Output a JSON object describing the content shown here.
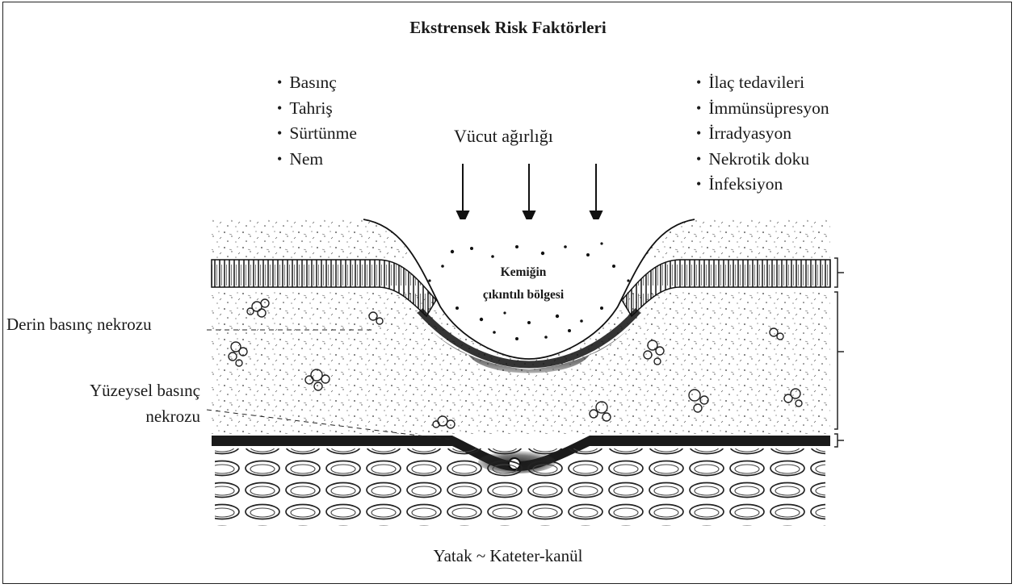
{
  "title": "Ekstrensek Risk Faktörleri",
  "left_factors": [
    "Basınç",
    "Tahriş",
    "Sürtünme",
    "Nem"
  ],
  "right_factors": [
    "İlaç tedavileri",
    "İmmünsüpresyon",
    "İrradyasyon",
    "Nekrotik doku",
    "İnfeksiyon"
  ],
  "body_weight_label": "Vücut ağırlığı",
  "bone_label": [
    "Kemiğin",
    "çıkıntılı bölgesi"
  ],
  "deep_necrosis_label": "Derin basınç nekrozu",
  "surface_necrosis_label": [
    "Yüzeysel basınç",
    "nekrozu"
  ],
  "bottom_label": "Yatak ~ Kateter-kanül"
}
